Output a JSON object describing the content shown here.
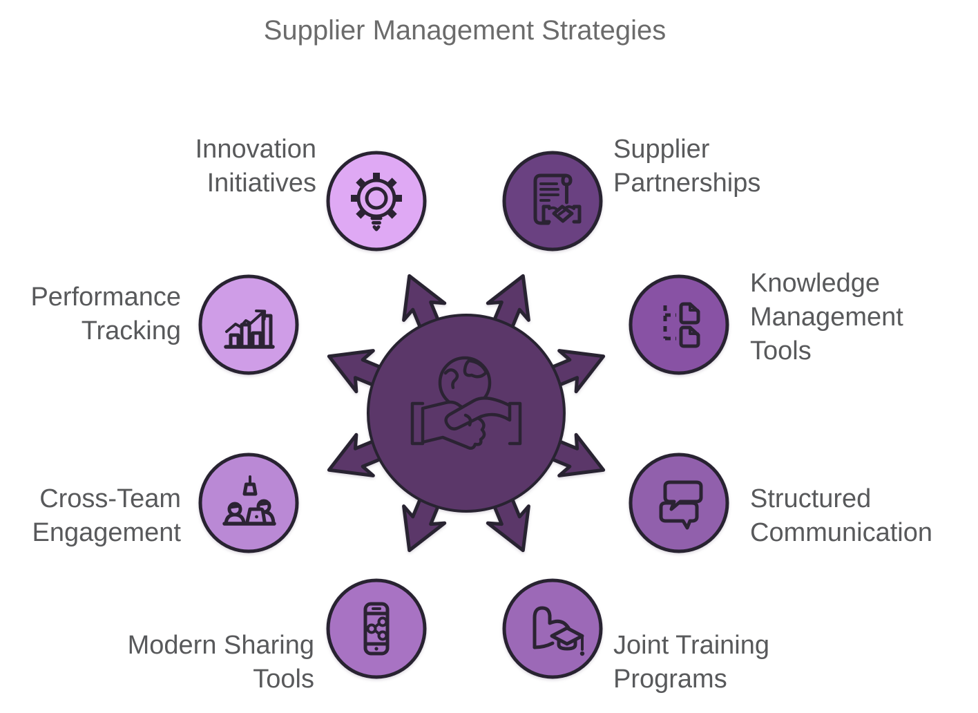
{
  "title": "Supplier Management Strategies",
  "colors": {
    "background": "#ffffff",
    "title_text": "#6b6b6b",
    "label_text": "#58595b",
    "outline": "#282331",
    "hub_fill": "#5b3769",
    "arrow_fill": "#5b3769"
  },
  "hub": {
    "icon": "globe-handshake-icon",
    "arrow_count": 8
  },
  "nodes": [
    {
      "id": "innovation-initiatives",
      "label": "Innovation\nInitiatives",
      "icon": "gear-lightbulb-icon",
      "fill": "#dfa9f4"
    },
    {
      "id": "supplier-partnerships",
      "label": "Supplier\nPartnerships",
      "icon": "contract-handshake-icon",
      "fill": "#6a4181"
    },
    {
      "id": "knowledge-management-tools",
      "label": "Knowledge\nManagement\nTools",
      "icon": "linked-documents-icon",
      "fill": "#8852a4"
    },
    {
      "id": "structured-communication",
      "label": "Structured\nCommunication",
      "icon": "chat-bubbles-icon",
      "fill": "#9160ac"
    },
    {
      "id": "joint-training-programs",
      "label": "Joint Training\nPrograms",
      "icon": "strength-graduation-icon",
      "fill": "#9c69b7"
    },
    {
      "id": "modern-sharing-tools",
      "label": "Modern Sharing\nTools",
      "icon": "phone-share-icon",
      "fill": "#a873c3"
    },
    {
      "id": "cross-team-engagement",
      "label": "Cross-Team\nEngagement",
      "icon": "team-desk-icon",
      "fill": "#ba89d5"
    },
    {
      "id": "performance-tracking",
      "label": "Performance\nTracking",
      "icon": "bar-chart-growth-icon",
      "fill": "#cf9de7"
    }
  ]
}
